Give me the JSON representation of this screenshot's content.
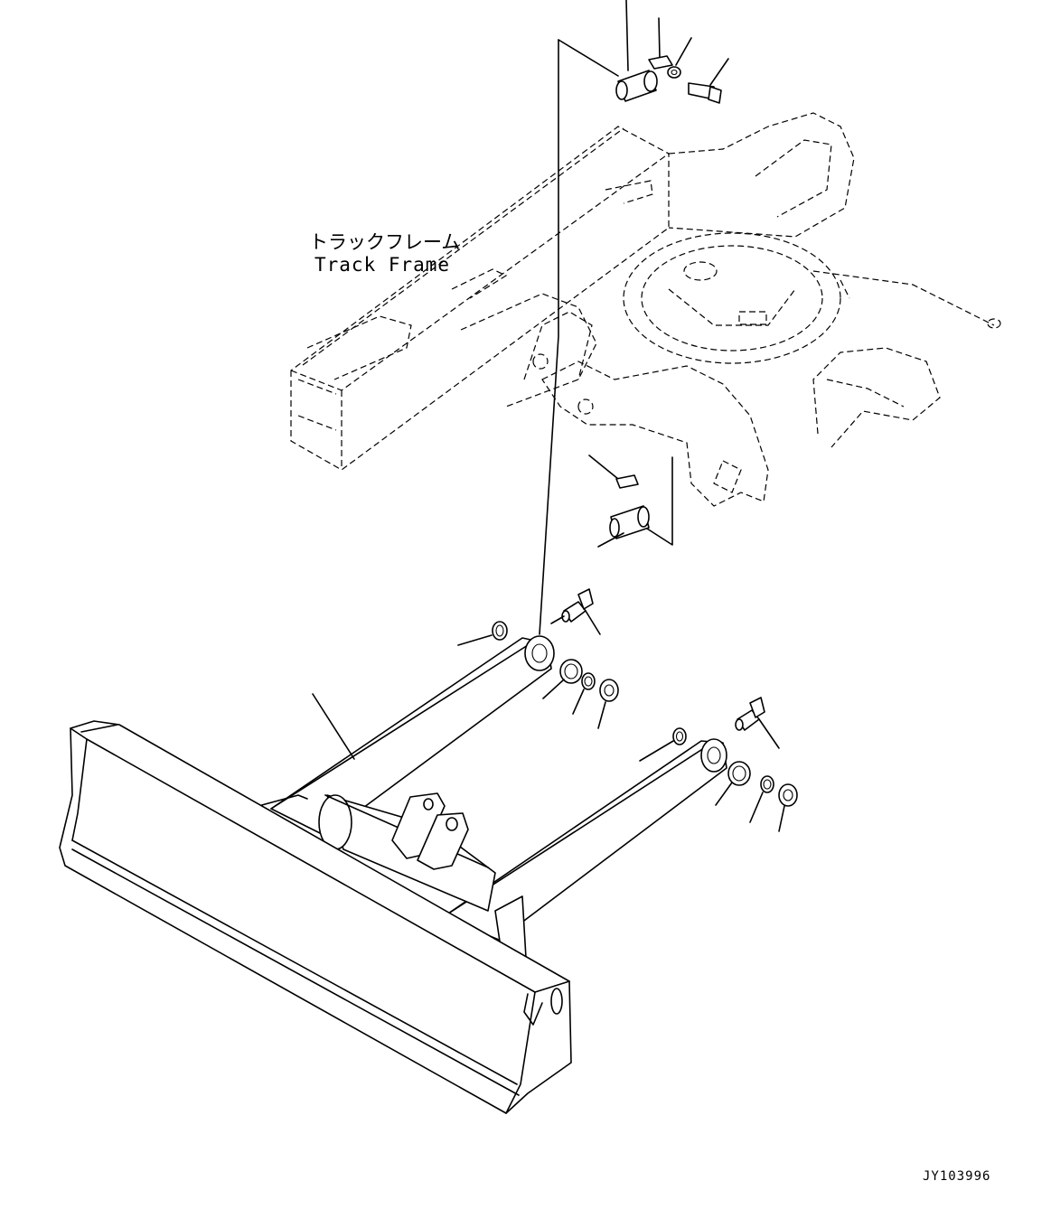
{
  "labels": {
    "track_frame_jp": "トラックフレーム",
    "track_frame_en": "Track Frame",
    "drawing_code": "JY103996"
  },
  "colors": {
    "background": "#ffffff",
    "line": "#000000"
  }
}
